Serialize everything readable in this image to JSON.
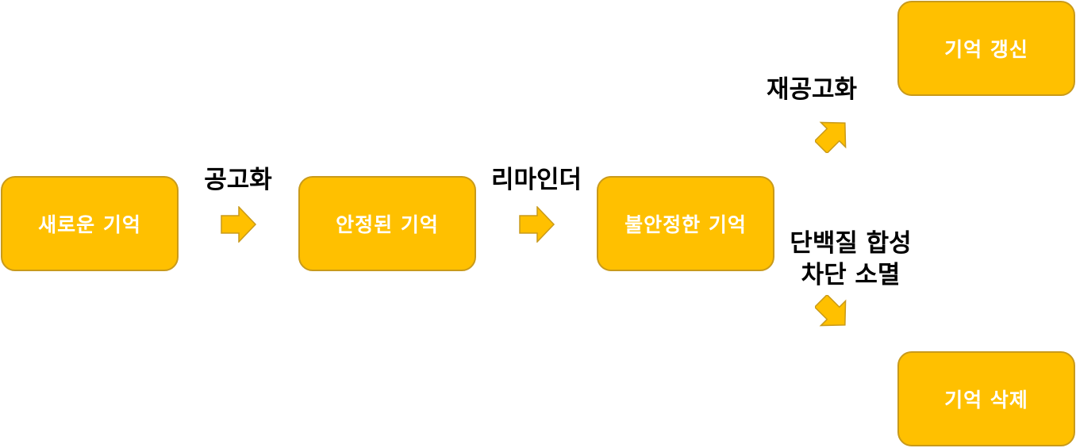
{
  "colors": {
    "node_fill": "#FFC000",
    "node_border": "#C99A1A",
    "node_text": "#FFFFFF",
    "label_text": "#000000",
    "arrow_fill": "#FFC000",
    "arrow_stroke": "#C99A1A"
  },
  "nodes": {
    "new_memory": "새로운 기억",
    "stable_memory": "안정된 기억",
    "unstable_memory": "불안정한 기억",
    "memory_update": "기억 갱신",
    "memory_deletion": "기억 삭제"
  },
  "edges": {
    "consolidation": "공고화",
    "reminder": "리마인더",
    "reconsolidation": "재공고화",
    "protein_block_line1": "단백질 합성",
    "protein_block_line2": "차단 소멸"
  },
  "icons": {
    "arrow": "block-arrow-icon"
  }
}
